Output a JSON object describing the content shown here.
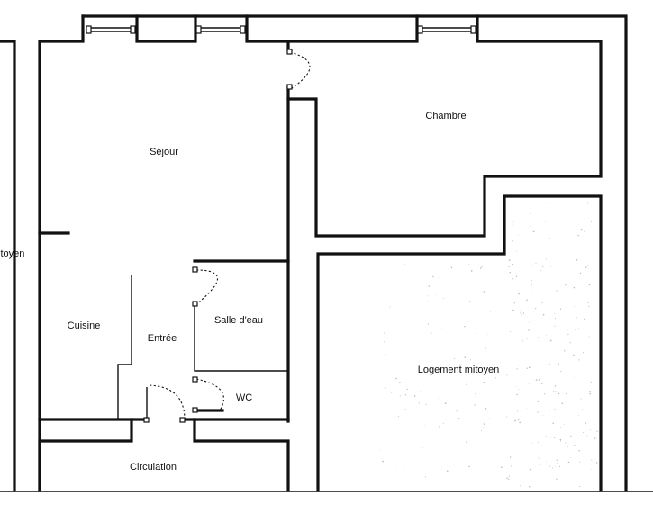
{
  "rooms": {
    "sejour": "Séjour",
    "chambre": "Chambre",
    "mitoyen_left": "itoyen",
    "cuisine": "Cuisine",
    "entree": "Entrée",
    "salle_eau": "Salle d'eau",
    "wc": "WC",
    "logement_mitoyen": "Logement mitoyen",
    "circulation": "Circulation"
  },
  "colors": {
    "wall": "#111111",
    "background": "#ffffff",
    "stipple": "#888888"
  }
}
